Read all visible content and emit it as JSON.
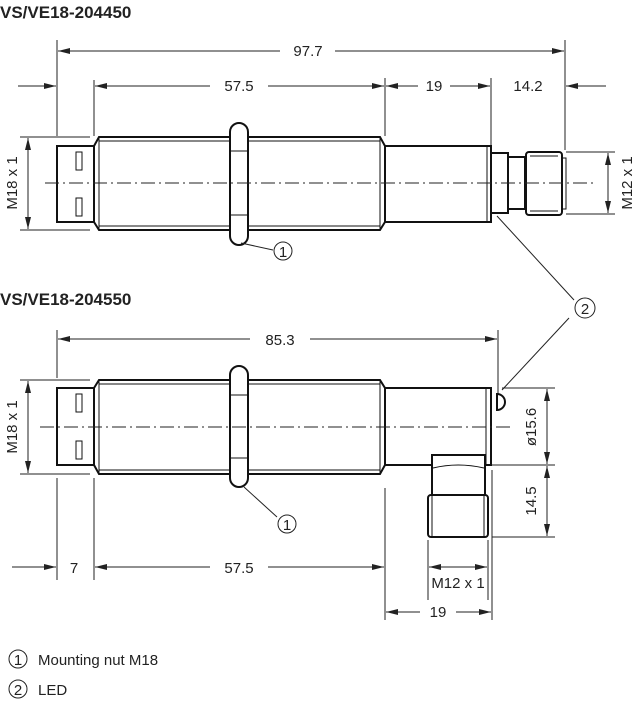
{
  "drawing1": {
    "title": "VS/VE18-204450",
    "dims": {
      "overall": "97.7",
      "thread": "57.5",
      "rear": "19",
      "connector": "14.2",
      "thread_size": "M18 x 1",
      "connector_size": "M12 x 1"
    },
    "callouts": [
      "1"
    ]
  },
  "drawing2": {
    "title": "VS/VE18-204550",
    "dims": {
      "overall": "85.3",
      "face": "7",
      "thread": "57.5",
      "rear": "19",
      "diameter": "ø15.6",
      "connector_height": "14.5",
      "thread_size": "M18 x 1",
      "connector_size": "M12 x 1"
    },
    "callouts": [
      "1"
    ]
  },
  "shared_callout": "2",
  "legend": [
    {
      "num": "1",
      "label": "Mounting nut M18"
    },
    {
      "num": "2",
      "label": "LED"
    }
  ]
}
